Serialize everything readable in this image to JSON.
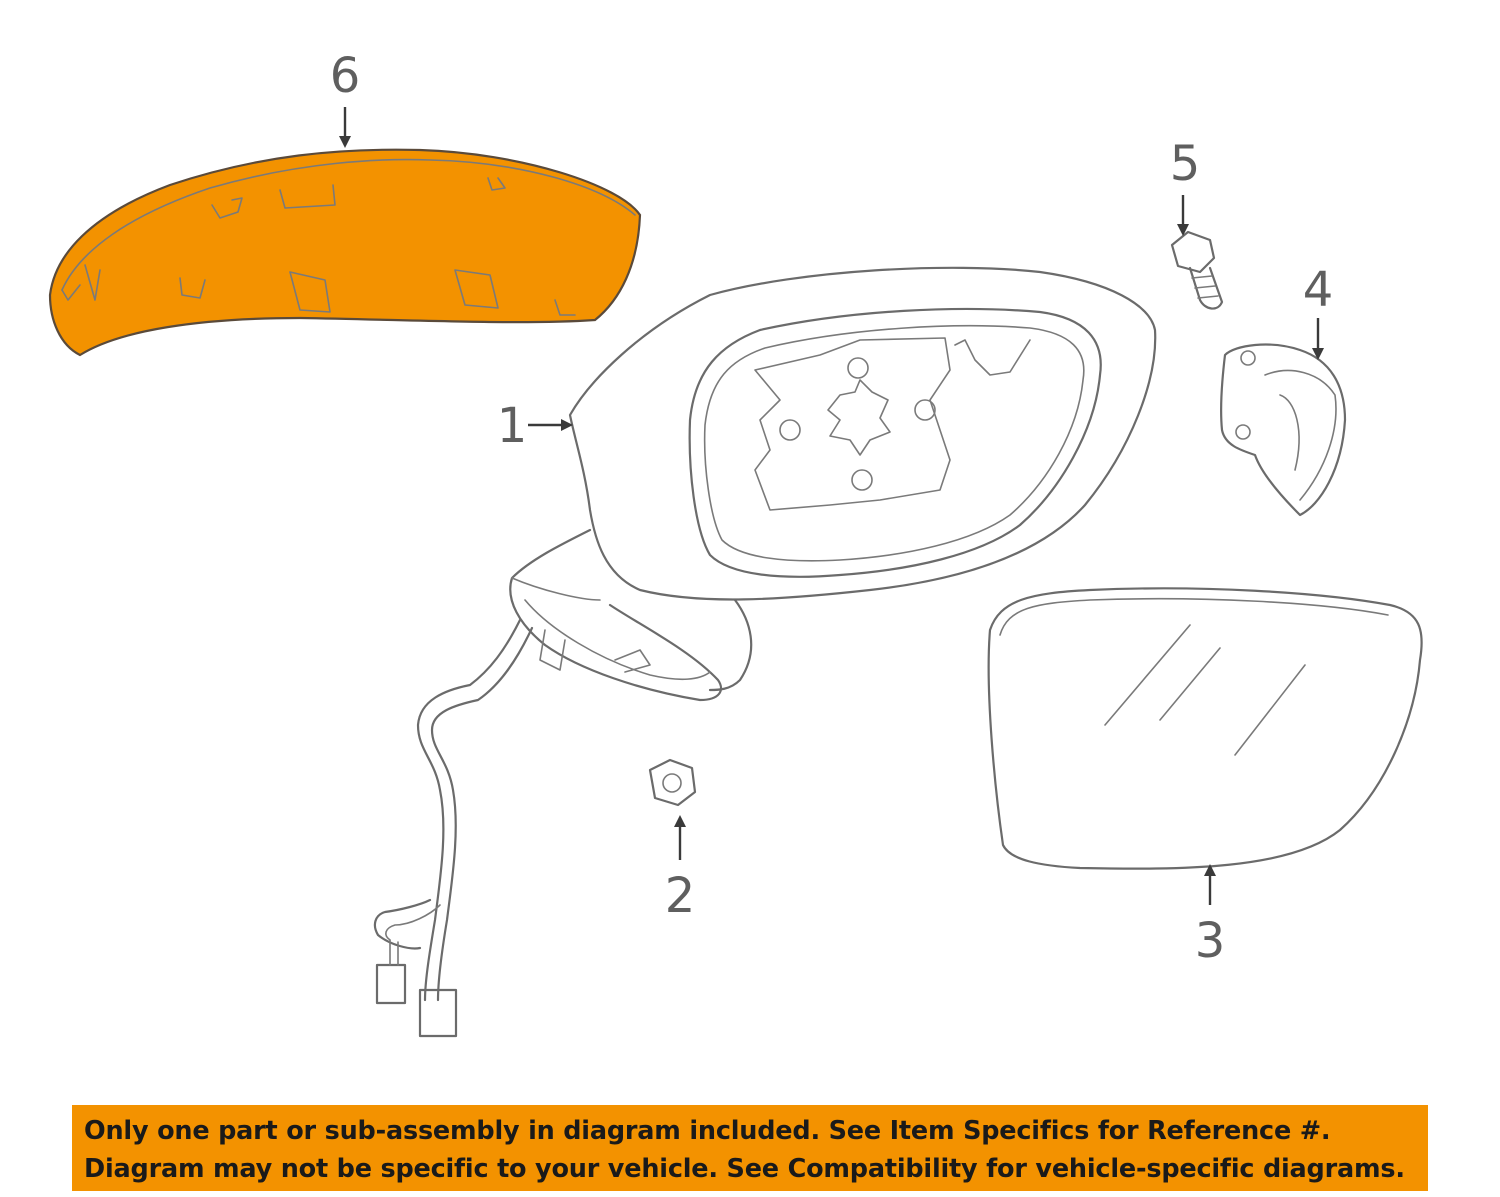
{
  "callouts": {
    "part1": "1",
    "part2": "2",
    "part3": "3",
    "part4": "4",
    "part5": "5",
    "part6": "6"
  },
  "highlight_color": "#f39200",
  "line_color": "#6b6b6b",
  "disclaimer": {
    "line1": "Only one part or sub-assembly in diagram included. See Item Specifics for Reference #.",
    "line2": "Diagram may not be specific to your vehicle. See Compatibility for vehicle-specific diagrams."
  }
}
